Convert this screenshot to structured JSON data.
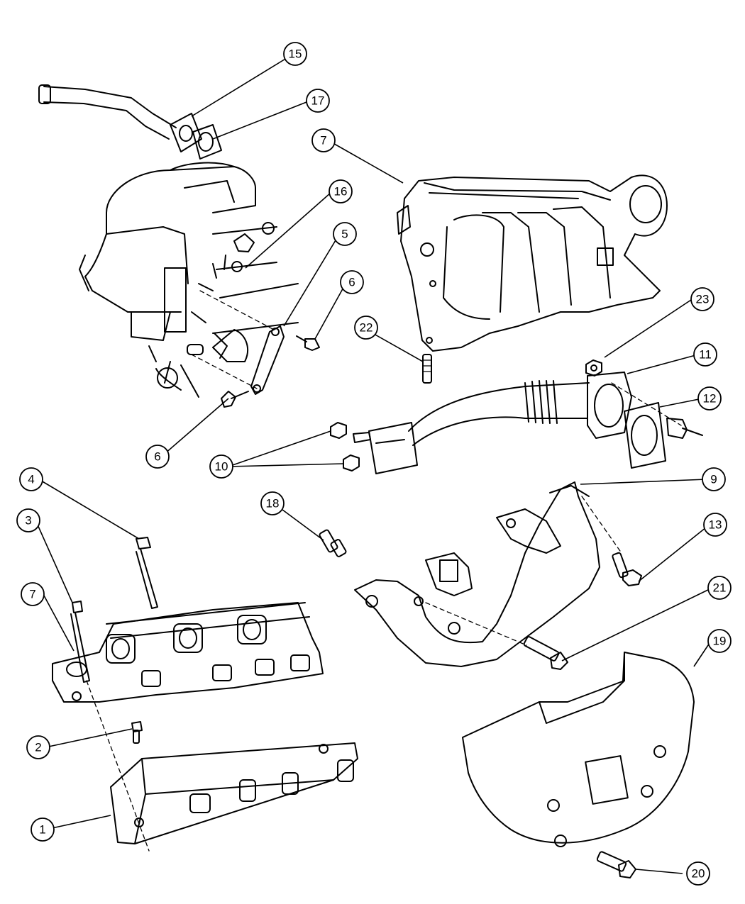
{
  "callouts": [
    {
      "label": "15",
      "part": "heater-tube"
    },
    {
      "label": "17",
      "part": "tube-gasket"
    },
    {
      "label": "7",
      "part": "upper-intake-manifold"
    },
    {
      "label": "16",
      "part": "nut"
    },
    {
      "label": "5",
      "part": "support-bracket"
    },
    {
      "label": "6",
      "part": "bolt-upper"
    },
    {
      "label": "22",
      "part": "stud-upper"
    },
    {
      "label": "23",
      "part": "nut-upper"
    },
    {
      "label": "11",
      "part": "egr-tube"
    },
    {
      "label": "12",
      "part": "egr-gasket"
    },
    {
      "label": "6",
      "part": "bolt-lower"
    },
    {
      "label": "10",
      "part": "nuts"
    },
    {
      "label": "9",
      "part": "exhaust-manifold"
    },
    {
      "label": "4",
      "part": "long-bolt"
    },
    {
      "label": "3",
      "part": "bolt"
    },
    {
      "label": "18",
      "part": "stud"
    },
    {
      "label": "13",
      "part": "bolt-right"
    },
    {
      "label": "7",
      "part": "lower-intake-manifold"
    },
    {
      "label": "21",
      "part": "manifold-bolt"
    },
    {
      "label": "19",
      "part": "heat-shield"
    },
    {
      "label": "2",
      "part": "small-bolt"
    },
    {
      "label": "1",
      "part": "gasket"
    },
    {
      "label": "20",
      "part": "shield-bolt"
    }
  ]
}
